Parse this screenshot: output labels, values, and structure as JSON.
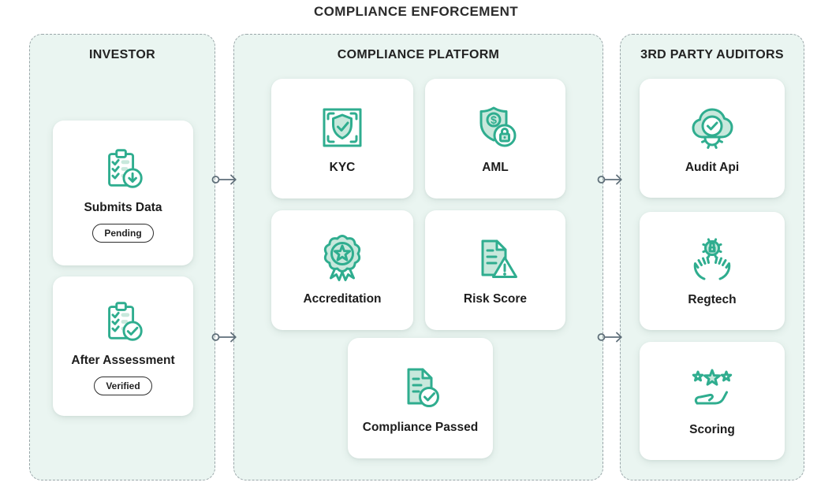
{
  "title": "COMPLIANCE ENFORCEMENT",
  "colors": {
    "accent": "#2fad8f",
    "icon_light_fill": "#c8e8dc",
    "panel_background": "#eaf5f1",
    "panel_border": "#9aa6a9",
    "connector_gray": "#5f6f79",
    "text_dark": "#222222",
    "card_background": "#ffffff"
  },
  "panels": {
    "investor": {
      "title": "INVESTOR",
      "cards": [
        {
          "label": "Submits Data",
          "badge": "Pending",
          "icon": "clipboard-download-icon"
        },
        {
          "label": "After Assessment",
          "badge": "Verified",
          "icon": "clipboard-check-icon"
        }
      ]
    },
    "platform": {
      "title": "COMPLIANCE PLATFORM",
      "cards": [
        {
          "label": "KYC",
          "icon": "shield-check-scan-icon"
        },
        {
          "label": "AML",
          "icon": "shield-dollar-lock-icon"
        },
        {
          "label": "Accreditation",
          "icon": "award-rosette-star-icon"
        },
        {
          "label": "Risk Score",
          "icon": "document-warning-icon"
        },
        {
          "label": "Compliance Passed",
          "icon": "document-check-icon"
        }
      ]
    },
    "auditors": {
      "title": "3RD PARTY AUDITORS",
      "cards": [
        {
          "label": "Audit Api",
          "icon": "cloud-check-gear-icon"
        },
        {
          "label": "Regtech",
          "icon": "hands-gear-lock-icon"
        },
        {
          "label": "Scoring",
          "icon": "hand-stars-icon"
        }
      ]
    }
  },
  "connectors": [
    {
      "from": "investor",
      "to": "platform",
      "position": "top",
      "icon": "circle-arrow-right-icon"
    },
    {
      "from": "investor",
      "to": "platform",
      "position": "bottom",
      "icon": "circle-arrow-right-icon"
    },
    {
      "from": "platform",
      "to": "auditors",
      "position": "top",
      "icon": "circle-arrow-right-icon"
    },
    {
      "from": "platform",
      "to": "auditors",
      "position": "bottom",
      "icon": "circle-arrow-right-icon"
    }
  ]
}
